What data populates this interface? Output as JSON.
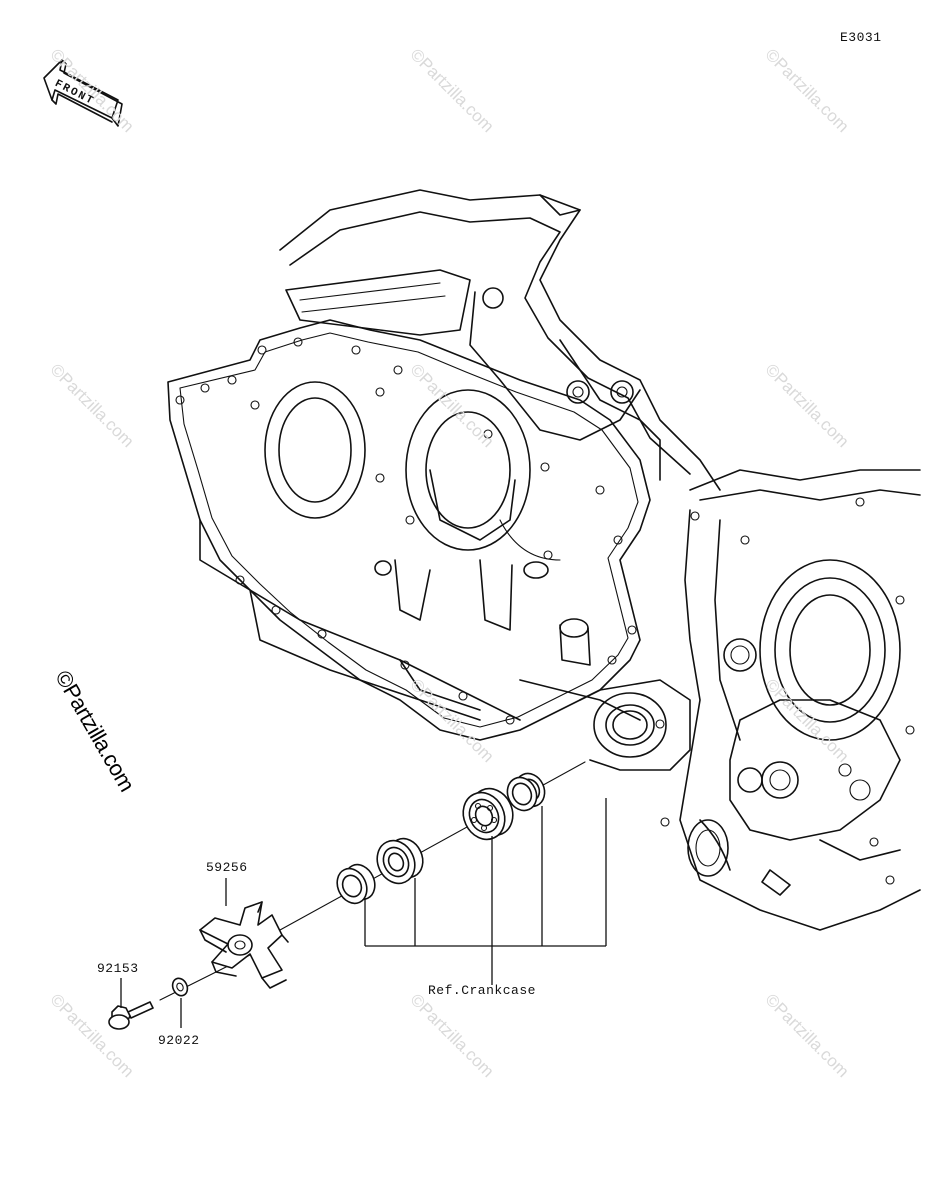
{
  "diagram": {
    "code": "E3031",
    "front_label": "FRONT",
    "ref_label": "Ref.Crankcase",
    "parts": [
      {
        "number": "59256"
      },
      {
        "number": "92153"
      },
      {
        "number": "92022"
      }
    ],
    "watermark": "©Partzilla.com"
  }
}
